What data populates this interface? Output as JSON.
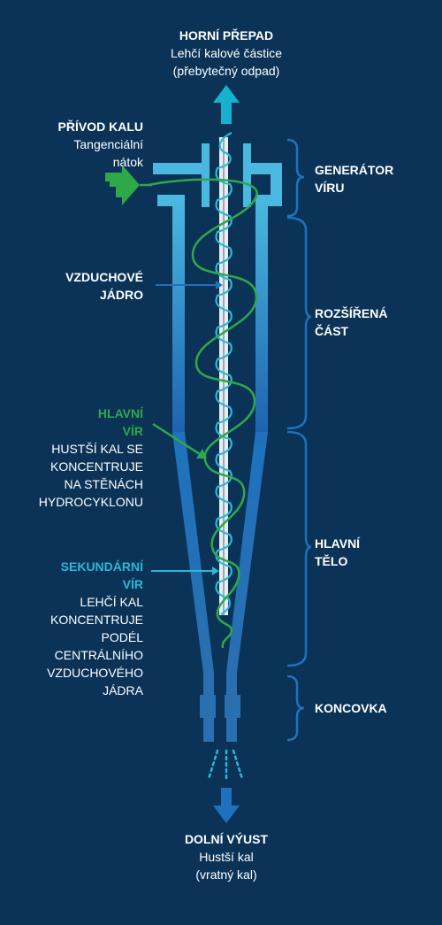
{
  "top_outlet": {
    "title": "HORNÍ PŘEPAD",
    "line1": "Lehčí kalové částice",
    "line2": "(přebytečný odpad)"
  },
  "inlet": {
    "title": "PŘÍVOD KALU",
    "line1": "Tangenciální",
    "line2": "nátok"
  },
  "sections": {
    "vortex_generator": {
      "line1": "GENERÁTOR",
      "line2": "VÍRU"
    },
    "extended_part": {
      "line1": "ROZŠÍŘENÁ",
      "line2": "ČÁST"
    },
    "main_body": {
      "line1": "HLAVNÍ",
      "line2": "TĚLO"
    },
    "tip": {
      "line1": "KONCOVKA"
    }
  },
  "air_core": {
    "line1": "VZDUCHOVÉ",
    "line2": "JÁDRO"
  },
  "main_vortex": {
    "title1": "HLAVNÍ",
    "title2": "VÍR",
    "desc": [
      "HUSTŠÍ KAL SE",
      "KONCENTRUJE",
      "NA STĚNÁCH",
      "HYDROCYKLONU"
    ]
  },
  "secondary_vortex": {
    "title1": "SEKUNDÁRNÍ",
    "title2": "VÍR",
    "desc": [
      "LEHČÍ KAL",
      "KONCENTRUJE",
      "PODÉL",
      "CENTRÁLNÍHO",
      "VZDUCHOVÉHO",
      "JÁDRA"
    ]
  },
  "bottom_outlet": {
    "title": "DOLNÍ VÝUST",
    "line1": "Hustší kal",
    "line2": "(vratný kal)"
  },
  "colors": {
    "background": "#0b3358",
    "body_light": "#4ab8e0",
    "body_dark": "#1e63b0",
    "green": "#2fa84a",
    "cyan": "#2bb8d6"
  }
}
